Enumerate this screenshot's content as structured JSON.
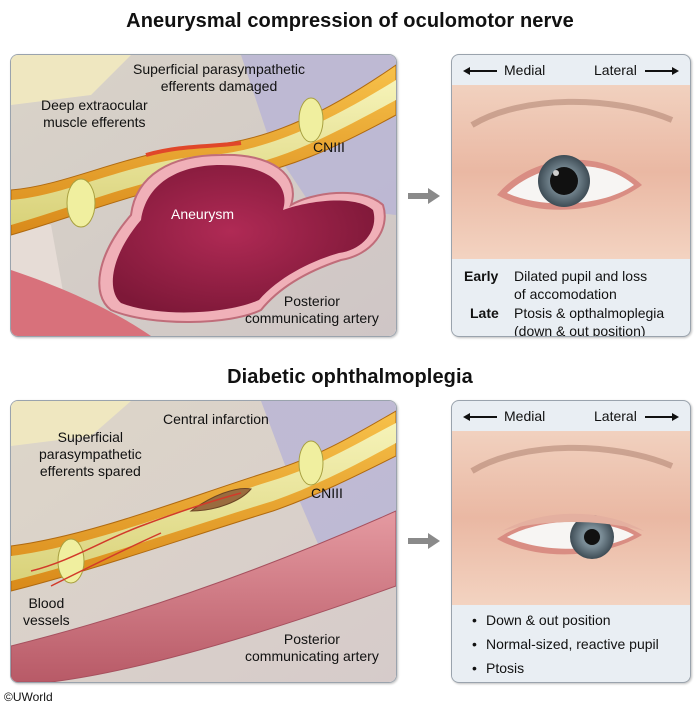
{
  "top": {
    "title": "Aneurysmal compression of oculomotor nerve",
    "labels": {
      "superficial": "Superficial parasympathetic\nefferents damaged",
      "deep": "Deep extraocular\nmuscle efferents",
      "cn3": "CNIII",
      "aneurysm": "Aneurysm",
      "pcomm": "Posterior\ncommunicating artery"
    },
    "eye": {
      "medial": "Medial",
      "lateral": "Lateral",
      "rows": [
        {
          "key": "Early",
          "value": "Dilated pupil and loss\nof accomodation"
        },
        {
          "key": "Late",
          "value": "Ptosis & opthalmoplegia\n(down & out position)"
        }
      ]
    }
  },
  "bottom": {
    "title": "Diabetic ophthalmoplegia",
    "labels": {
      "central": "Central infarction",
      "superficial": "Superficial\nparasympathetic\nefferents spared",
      "cn3": "CNIII",
      "blood": "Blood\nvessels",
      "pcomm": "Posterior\ncommunicating artery"
    },
    "eye": {
      "medial": "Medial",
      "lateral": "Lateral",
      "bullets": [
        "Down & out position",
        "Normal-sized, reactive pupil",
        "Ptosis"
      ]
    }
  },
  "icons": {
    "arrow_left": "long-left-arrow-icon",
    "arrow_right": "long-right-arrow-icon",
    "bullet": "bullet-dot-icon"
  },
  "colors": {
    "nerve_orange": "#f2a52a",
    "nerve_fibers": "#ecea9a",
    "aneurysm": "#c63f62",
    "artery": "#d77c86",
    "eye_box_bg": "#e9eef3",
    "arrow_gray": "#8a8a8a"
  },
  "copyright": "©UWorld"
}
